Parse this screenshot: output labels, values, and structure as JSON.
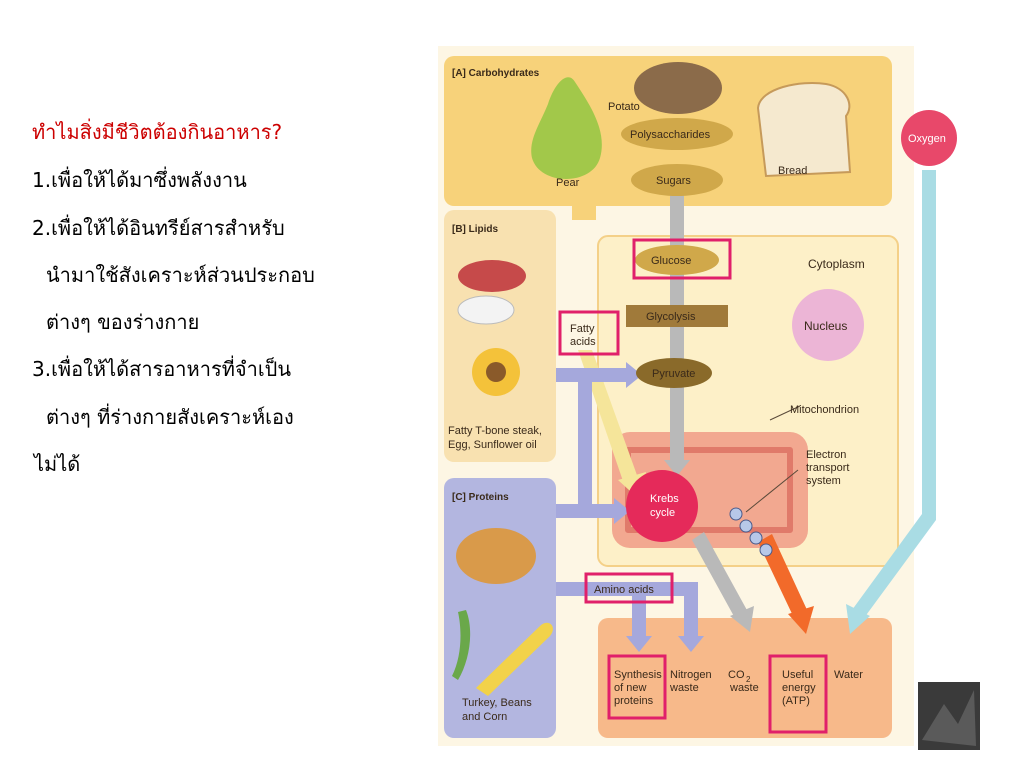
{
  "text": {
    "question": "ทำไมสิ่งมีชีวิตต้องกินอาหาร?",
    "item1": "1.เพื่อให้ได้มาซึ่งพลังงาน",
    "item2a": "2.เพื่อให้ได้อินทรีย์สารสำหรับ",
    "item2b": "นำมาใช้สังเคราะห์ส่วนประกอบ",
    "item2c": "ต่างๆ ของร่างกาย",
    "item3a": "3.เพื่อให้ได้สารอาหารที่จำเป็น",
    "item3b": "ต่างๆ ที่ร่างกายสังเคราะห์เอง",
    "item3c": "ไม่ได้"
  },
  "diagram": {
    "panel_a": "[A] Carbohydrates",
    "panel_b": "[B] Lipids",
    "panel_c": "[C] Proteins",
    "pear": "Pear",
    "potato": "Potato",
    "bread": "Bread",
    "polysaccharides": "Polysaccharides",
    "sugars": "Sugars",
    "glucose": "Glucose",
    "glycolysis": "Glycolysis",
    "pyruvate": "Pyruvate",
    "fatty_acids_1": "Fatty",
    "fatty_acids_2": "acids",
    "cytoplasm": "Cytoplasm",
    "nucleus": "Nucleus",
    "mitochondrion": "Mitochondrion",
    "electron_1": "Electron",
    "electron_2": "transport",
    "electron_3": "system",
    "krebs_1": "Krebs",
    "krebs_2": "cycle",
    "oxygen": "Oxygen",
    "amino_acids": "Amino acids",
    "lipid_caption_1": "Fatty T-bone steak,",
    "lipid_caption_2": "Egg, Sunflower oil",
    "protein_caption_1": "Turkey, Beans",
    "protein_caption_2": "and Corn",
    "out_synth_1": "Synthesis",
    "out_synth_2": "of new",
    "out_synth_3": "proteins",
    "out_nitro_1": "Nitrogen",
    "out_nitro_2": "waste",
    "out_co2_1": "CO",
    "out_co2_sub": "2",
    "out_co2_2": "waste",
    "out_energy_1": "Useful",
    "out_energy_2": "energy",
    "out_energy_3": "(ATP)",
    "out_water": "Water"
  },
  "colors": {
    "highlight_box": "#e0206a",
    "question_text": "#cc0000",
    "carb_panel": "#f7d27a",
    "lipid_panel": "#f8e1b0",
    "protein_panel": "#b3b6e0",
    "cytoplasm": "#fdf0c8",
    "mito": "#f2a890",
    "krebs": "#e52a5a",
    "oxygen": "#e8486a",
    "output_panel": "#f7b98a"
  }
}
